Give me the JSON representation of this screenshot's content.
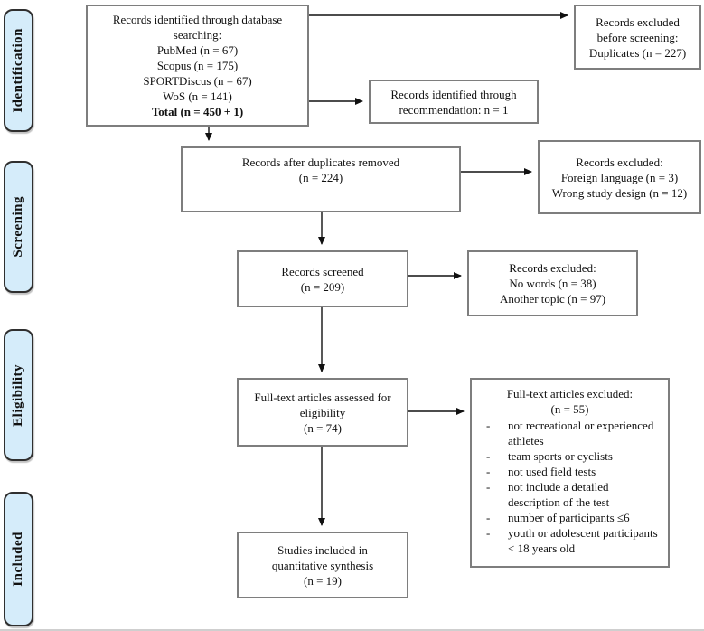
{
  "figure": {
    "type": "prisma-flow-diagram"
  },
  "colors": {
    "sidebar_fill": "#d5ecfa",
    "sidebar_border": "#2f2f2f",
    "box_border": "#7e7e7e",
    "arrow": "#111111",
    "text": "#111111",
    "background": "#ffffff"
  },
  "sidebar": {
    "items": [
      {
        "label": "Identification"
      },
      {
        "label": "Screening"
      },
      {
        "label": "Eligibility"
      },
      {
        "label": "Included"
      }
    ]
  },
  "boxes": {
    "db_search": {
      "lines": [
        "Records identified through database",
        "searching:",
        "PubMed (n = 67)",
        "Scopus (n = 175)",
        "SPORTDiscus (n = 67)",
        "WoS (n = 141)"
      ],
      "total": "Total (n = 450 + 1)"
    },
    "dup_excluded": {
      "lines": [
        "Records excluded",
        "before screening:",
        "Duplicates (n = 227)"
      ]
    },
    "recommendation": {
      "lines": [
        "Records identified through",
        "recommendation: n = 1"
      ]
    },
    "after_duplicates": {
      "lines": [
        "Records after duplicates removed",
        "(n = 224)"
      ]
    },
    "screening_excluded": {
      "lines": [
        "Records excluded:",
        "Foreign language (n = 3)",
        "Wrong study design (n = 12)"
      ]
    },
    "records_screened": {
      "lines": [
        "Records screened",
        "(n = 209)"
      ]
    },
    "records_excluded": {
      "lines": [
        "Records excluded:",
        "No words (n = 38)",
        "Another topic (n = 97)"
      ]
    },
    "fulltext_assessed": {
      "lines": [
        "Full-text articles assessed for",
        "eligibility",
        "(n = 74)"
      ]
    },
    "fulltext_excluded": {
      "title_lines": [
        "Full-text articles excluded:",
        "(n = 55)"
      ],
      "bullet": "-",
      "items": [
        "not recreational or experienced athletes",
        "team sports or cyclists",
        "not used field tests",
        "not include a detailed description of the test",
        "number of participants ≤6",
        "youth or adolescent participants < 18 years old"
      ]
    },
    "studies_included": {
      "lines": [
        "Studies included in",
        "quantitative synthesis",
        "(n = 19)"
      ]
    }
  }
}
